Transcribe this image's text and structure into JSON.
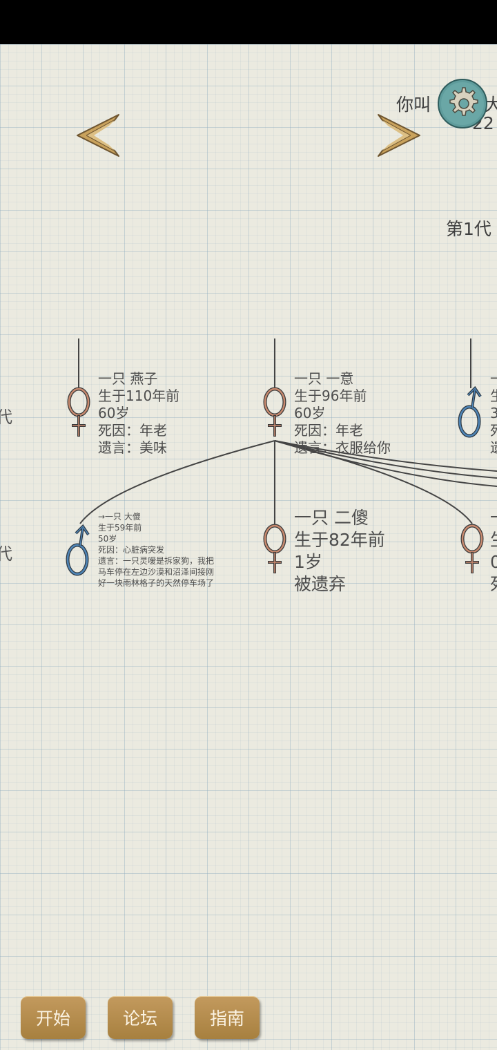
{
  "header": {
    "name_prefix": "你叫",
    "name_suffix": "大",
    "sub_number": "22"
  },
  "generation_label": "第1代",
  "side_labels": [
    "代",
    "代"
  ],
  "people": [
    {
      "gender": "female",
      "lines": [
        "一只 燕子",
        "生于110年前",
        "60岁",
        "死因：年老",
        "遗言：美味"
      ]
    },
    {
      "gender": "female",
      "lines": [
        "一只 一意",
        "生于96年前",
        "60岁",
        "死因：年老",
        "遗言：衣服给你"
      ]
    },
    {
      "gender": "male",
      "lines": [
        "一",
        "生",
        "3",
        "死",
        "遗"
      ]
    },
    {
      "gender": "male",
      "lines": [
        "→一只 大傻",
        "生于59年前",
        "50岁",
        "死因：心脏病突发",
        "遗言：一只灵嗳是拆家狗，我把",
        "马车停在左边沙漠和沼泽间接刚",
        "好一块雨林格子的天然停车场了"
      ]
    },
    {
      "gender": "female",
      "lines": [
        "一只 二傻",
        "生于82年前",
        "1岁",
        "被遗弃"
      ]
    },
    {
      "gender": "female",
      "lines": [
        "一",
        "生",
        "0",
        "死"
      ]
    }
  ],
  "buttons": {
    "start": "开始",
    "forum": "论坛",
    "guide": "指南"
  },
  "icons": {
    "prev": "chevron-left-icon",
    "next": "chevron-right-icon",
    "settings": "gear-icon",
    "female": "female-symbol-icon",
    "male": "male-symbol-icon"
  },
  "colors": {
    "female": "#c98a6f",
    "male": "#4f86b8",
    "arrow": "#c9a25c",
    "gear": "#5f9c9c",
    "button": "#b48c4f"
  }
}
